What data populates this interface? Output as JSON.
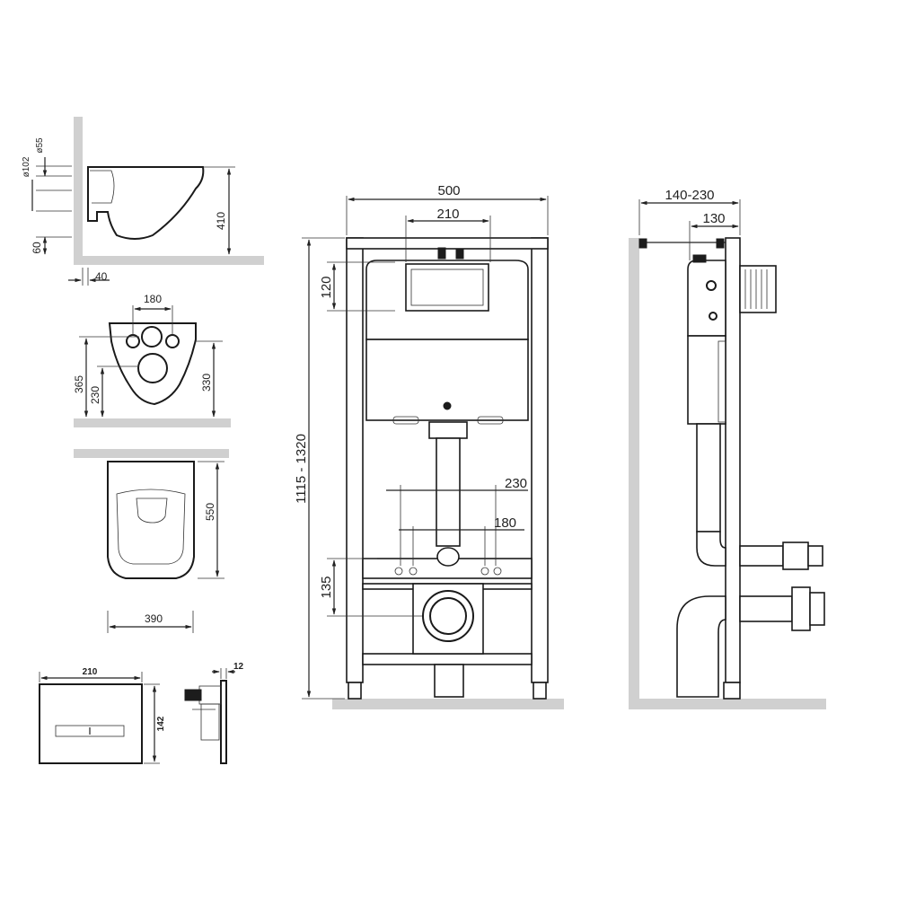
{
  "dimensions": {
    "bowl_side": {
      "d102": "ø102",
      "d55": "ø55",
      "h410": "410",
      "h60": "60",
      "w40": "40"
    },
    "bowl_back": {
      "w180": "180",
      "h365": "365",
      "h230": "230",
      "h330": "330"
    },
    "bowl_top": {
      "h550": "550",
      "w390": "390"
    },
    "button_front": {
      "w210": "210",
      "h142": "142"
    },
    "button_side": {
      "t12": "12"
    },
    "frame_front": {
      "w500": "500",
      "w210": "210",
      "h120": "120",
      "h1115_1320": "1115 - 1320",
      "w230": "230",
      "w180": "180",
      "h135": "135"
    },
    "frame_side": {
      "w140_230": "140-230",
      "w130": "130"
    }
  }
}
